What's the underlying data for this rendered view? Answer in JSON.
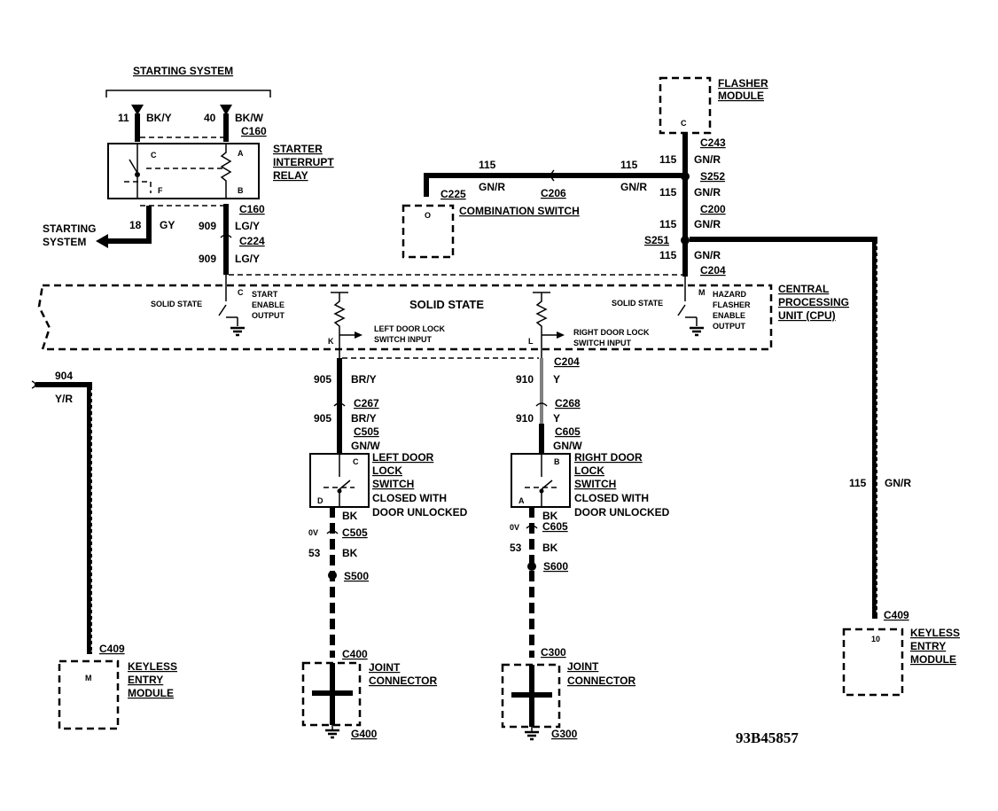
{
  "diagram_id": "93B45857",
  "starting_system": {
    "title": "STARTING SYSTEM",
    "wire_left": {
      "circuit": "11",
      "color": "BK/Y"
    },
    "wire_right": {
      "circuit": "40",
      "color": "BK/W"
    },
    "connector": "C160",
    "output_label": "STARTING SYSTEM",
    "output_wire": {
      "circuit": "18",
      "color": "GY"
    }
  },
  "starter_interrupt_relay": {
    "label_lines": [
      "STARTER",
      "INTERRUPT",
      "RELAY"
    ],
    "pins": {
      "c": "C",
      "a": "A",
      "f": "F",
      "b": "B"
    },
    "out_connector": "C160",
    "wire_909a": {
      "circuit": "909",
      "color": "LG/Y"
    },
    "connector_c224": "C224",
    "wire_909b": {
      "circuit": "909",
      "color": "LG/Y"
    }
  },
  "flasher_module": {
    "label_lines": [
      "FLASHER",
      "MODULE"
    ],
    "pin": "C",
    "connector_c243": "C243",
    "wire_1": {
      "circuit": "115",
      "color": "GN/R"
    },
    "splice_s252": "S252",
    "wire_2": {
      "circuit": "115",
      "color": "GN/R"
    },
    "connector_c200": "C200",
    "wire_3": {
      "circuit": "115",
      "color": "GN/R"
    },
    "splice_s251": "S251",
    "wire_4": {
      "circuit": "115",
      "color": "GN/R"
    },
    "connector_c204": "C204"
  },
  "combination_switch": {
    "label": "COMBINATION SWITCH",
    "pin": "O",
    "connector_c225": "C225",
    "connector_c206": "C206",
    "wire_left": {
      "circuit": "115",
      "color": "GN/R"
    },
    "wire_right": {
      "circuit": "115",
      "color": "GN/R"
    }
  },
  "cpu": {
    "label_lines": [
      "CENTRAL",
      "PROCESSING",
      "UNIT (CPU)"
    ],
    "center_label": "SOLID STATE",
    "start_enable": {
      "solid": "SOLID STATE",
      "pin": "C",
      "lines": [
        "START",
        "ENABLE",
        "OUTPUT"
      ]
    },
    "left_door_input": {
      "pin": "K",
      "lines": [
        "LEFT DOOR LOCK",
        "SWITCH INPUT"
      ]
    },
    "right_door_input": {
      "pin": "L",
      "lines": [
        "RIGHT DOOR LOCK",
        "SWITCH INPUT"
      ]
    },
    "hazard": {
      "solid": "SOLID STATE",
      "pin": "M",
      "lines": [
        "HAZARD",
        "FLASHER",
        "ENABLE",
        "OUTPUT"
      ]
    },
    "bottom_connector": "C204"
  },
  "left_chain": {
    "wire_905a": {
      "circuit": "905",
      "color": "BR/Y"
    },
    "connector_c267": "C267",
    "wire_905b": {
      "circuit": "905",
      "color": "BR/Y"
    },
    "connector_c505_top": "C505",
    "wire_gnw": "GN/W",
    "switch": {
      "lines": [
        "LEFT DOOR",
        "LOCK",
        "SWITCH"
      ],
      "note_lines": [
        "CLOSED WITH",
        "DOOR UNLOCKED"
      ],
      "pin_top": "C",
      "pin_bottom": "D"
    },
    "wire_bk1": "BK",
    "voltage": "0V",
    "connector_c505_bot": "C505",
    "wire_53": {
      "circuit": "53",
      "color": "BK"
    },
    "splice": "S500",
    "connector_c400": "C400",
    "joint_lines": [
      "JOINT",
      "CONNECTOR"
    ],
    "ground": "G400"
  },
  "right_chain": {
    "wire_910a": {
      "circuit": "910",
      "color": "Y"
    },
    "connector_c268": "C268",
    "wire_910b": {
      "circuit": "910",
      "color": "Y"
    },
    "connector_c605_top": "C605",
    "wire_gnw": "GN/W",
    "switch": {
      "lines": [
        "RIGHT DOOR",
        "LOCK",
        "SWITCH"
      ],
      "note_lines": [
        "CLOSED WITH",
        "DOOR UNLOCKED"
      ],
      "pin_top": "B",
      "pin_bottom": "A"
    },
    "wire_bk1": "BK",
    "voltage": "0V",
    "connector_c605_bot": "C605",
    "wire_53": {
      "circuit": "53",
      "color": "BK"
    },
    "splice": "S600",
    "connector_c300": "C300",
    "joint_lines": [
      "JOINT",
      "CONNECTOR"
    ],
    "ground": "G300"
  },
  "keyless_left": {
    "wire": {
      "circuit": "904",
      "color": "Y/R"
    },
    "connector": "C409",
    "pin": "M",
    "lines": [
      "KEYLESS",
      "ENTRY",
      "MODULE"
    ]
  },
  "keyless_right": {
    "wire": {
      "circuit": "115",
      "color": "GN/R"
    },
    "connector": "C409",
    "pin": "10",
    "lines": [
      "KEYLESS",
      "ENTRY",
      "MODULE"
    ]
  }
}
